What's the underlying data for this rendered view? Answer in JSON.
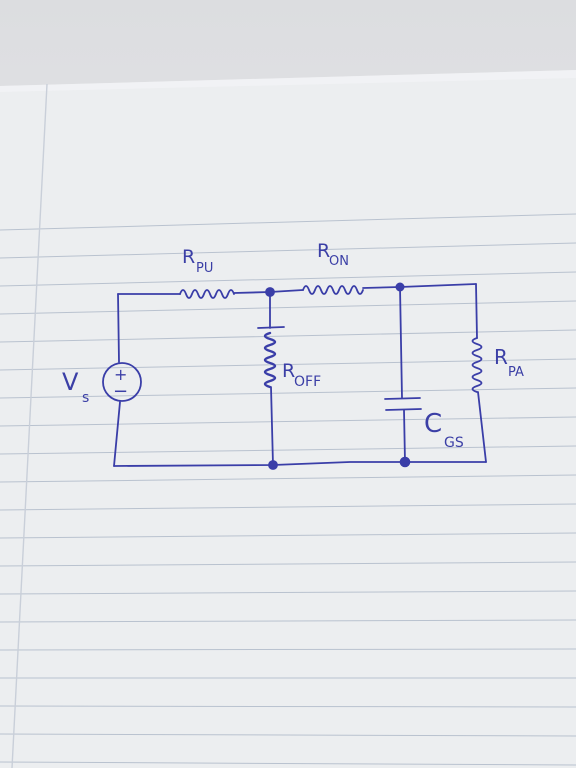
{
  "diagram": {
    "type": "circuit-schematic",
    "medium": "hand-drawn ink on ruled notebook paper",
    "ink_color": "#3a3ea8",
    "paper_color": "#eceef0",
    "rule_color": "#b9c2cf",
    "margin_color": "#c9cfd9",
    "labels": {
      "source": "V",
      "source_sub": "s",
      "source_polarity_plus": "+",
      "source_polarity_minus": "−",
      "r_pu": "R",
      "r_pu_sub": "PU",
      "r_on": "R",
      "r_on_sub": "ON",
      "r_off": "R",
      "r_off_sub": "OFF",
      "c_gs": "C",
      "c_gs_sub": "GS",
      "r_pa": "R",
      "r_pa_sub": "PA"
    },
    "components": [
      {
        "id": "Vs",
        "kind": "voltage-source"
      },
      {
        "id": "RPU",
        "kind": "resistor",
        "orientation": "horizontal"
      },
      {
        "id": "RON",
        "kind": "resistor",
        "orientation": "horizontal"
      },
      {
        "id": "ROFF",
        "kind": "resistor",
        "orientation": "vertical"
      },
      {
        "id": "CGS",
        "kind": "capacitor",
        "orientation": "vertical"
      },
      {
        "id": "RPA",
        "kind": "resistor",
        "orientation": "vertical"
      }
    ]
  }
}
